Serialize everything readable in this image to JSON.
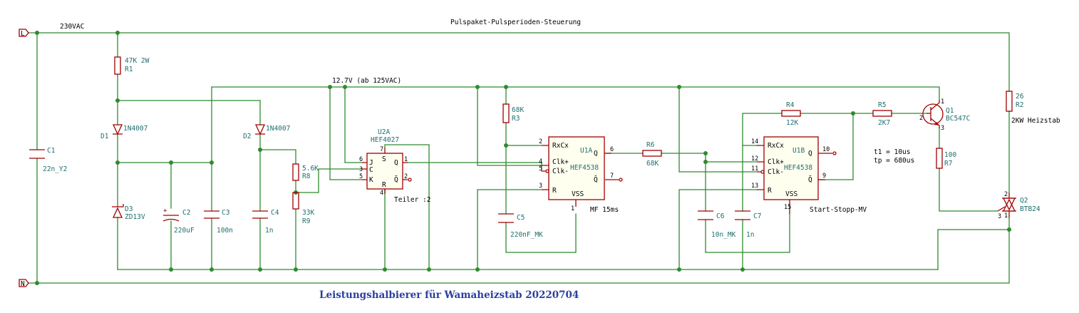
{
  "title": "Leistungshalbierer für Wamaheizstab 20220704",
  "header_label": "Pulspaket-Pulsperioden-Steuerung",
  "nets": {
    "v230": "230VAC",
    "v12": "12.7V (ab 125VAC)",
    "L": "L",
    "N": "N"
  },
  "notes": {
    "t1": "t1 = 10us",
    "tp": "tp = 680us",
    "heater": "2KW Heizstab"
  },
  "components": {
    "R1": {
      "ref": "R1",
      "value": "47K 2W"
    },
    "R2": {
      "ref": "R2",
      "value": "26"
    },
    "R3": {
      "ref": "R3",
      "value": "68K"
    },
    "R4": {
      "ref": "R4",
      "value": "12K"
    },
    "R5": {
      "ref": "R5",
      "value": "2K7"
    },
    "R6": {
      "ref": "R6",
      "value": "68K"
    },
    "R7": {
      "ref": "R7",
      "value": "100"
    },
    "R8": {
      "ref": "R8",
      "value": "5.6K"
    },
    "R9": {
      "ref": "R9",
      "value": "33K"
    },
    "C1": {
      "ref": "C1",
      "value": "22n_Y2"
    },
    "C2": {
      "ref": "C2",
      "value": "220uF"
    },
    "C3": {
      "ref": "C3",
      "value": "100n"
    },
    "C4": {
      "ref": "C4",
      "value": "1n"
    },
    "C5": {
      "ref": "C5",
      "value": "220nF_MK"
    },
    "C6": {
      "ref": "C6",
      "value": "10n_MK"
    },
    "C7": {
      "ref": "C7",
      "value": "1n"
    },
    "D1": {
      "ref": "D1",
      "value": "1N4007"
    },
    "D2": {
      "ref": "D2",
      "value": "1N4007"
    },
    "D3": {
      "ref": "D3",
      "value": "ZD13V"
    },
    "Q1": {
      "ref": "Q1",
      "value": "BC547C"
    },
    "Q2": {
      "ref": "Q2",
      "value": "BTB24"
    },
    "U2A": {
      "ref": "U2A",
      "value": "HEF4027",
      "desc": "Teiler :2",
      "pins": {
        "J": "J",
        "C": "C",
        "K": "K",
        "S": "S",
        "R": "R",
        "Q": "Q",
        "Qn": "Q̄"
      }
    },
    "U1A": {
      "ref": "U1A",
      "value": "HEF4538",
      "desc": "MF 15ms",
      "pins": {
        "RxCx": "RxCx",
        "Clkp": "Clk+",
        "Clkn": "Clk-",
        "R": "R",
        "VSS": "VSS",
        "Q": "Q",
        "Qn": "Q̄"
      }
    },
    "U1B": {
      "ref": "U1B",
      "value": "HEF4538",
      "desc": "Start-Stopp-MV",
      "pins": {
        "RxCx": "RxCx",
        "Clkp": "Clk+",
        "Clkn": "Clk-",
        "R": "R",
        "VSS": "VSS",
        "Q": "Q",
        "Qn": "Q̄"
      }
    }
  },
  "pin_numbers": {
    "u2_j": "6",
    "u2_c": "3",
    "u2_k": "5",
    "u2_s": "7",
    "u2_r": "4",
    "u2_q": "1",
    "u2_qn": "2",
    "u1a_rxcx": "2",
    "u1a_clkp": "4",
    "u1a_clkn": "5",
    "u1a_r": "3",
    "u1a_vss": "1",
    "u1a_q": "6",
    "u1a_qn": "7",
    "u1b_rxcx": "14",
    "u1b_clkp": "12",
    "u1b_clkn": "11",
    "u1b_r": "13",
    "u1b_vss": "15",
    "u1b_q": "10",
    "u1b_qn": "9",
    "q1_c": "1",
    "q1_b": "2",
    "q1_e": "3",
    "q2_1": "1",
    "q2_2": "2",
    "q2_3": "3"
  }
}
